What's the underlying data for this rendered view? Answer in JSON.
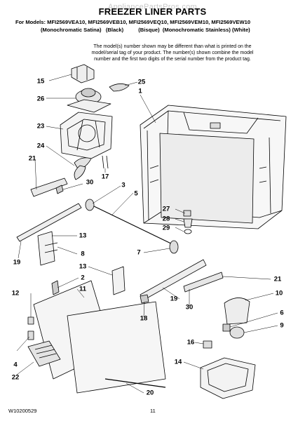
{
  "header": {
    "watermark": "AppliancePartsPros.com",
    "title": "FREEZER LINER PARTS",
    "models_line": "For Models: MFI2569VEA10, MFI2569VEB10, MFI2569VEQ10, MFI2569VEM10, MFI2569VEW10",
    "colors_line": "(Monochromatic Satina)   (Black)          (Bisque)  (Monochromatic Stainless) (White)",
    "note_lines": [
      "The model(s) number shown may be different than what is printed on the",
      "model/serial tag of your product. The number(s) shown combine the model",
      "number and the first two digits of the serial number from the product tag."
    ]
  },
  "footer": {
    "doc_number": "W10200529",
    "page_number": "11"
  },
  "callouts": [
    "15",
    "25",
    "26",
    "1",
    "23",
    "24",
    "21",
    "17",
    "30",
    "3",
    "5",
    "27",
    "28",
    "29",
    "19",
    "13",
    "8",
    "7",
    "13",
    "2",
    "11",
    "12",
    "21",
    "10",
    "19",
    "30",
    "18",
    "6",
    "9",
    "16",
    "4",
    "14",
    "22",
    "20"
  ]
}
